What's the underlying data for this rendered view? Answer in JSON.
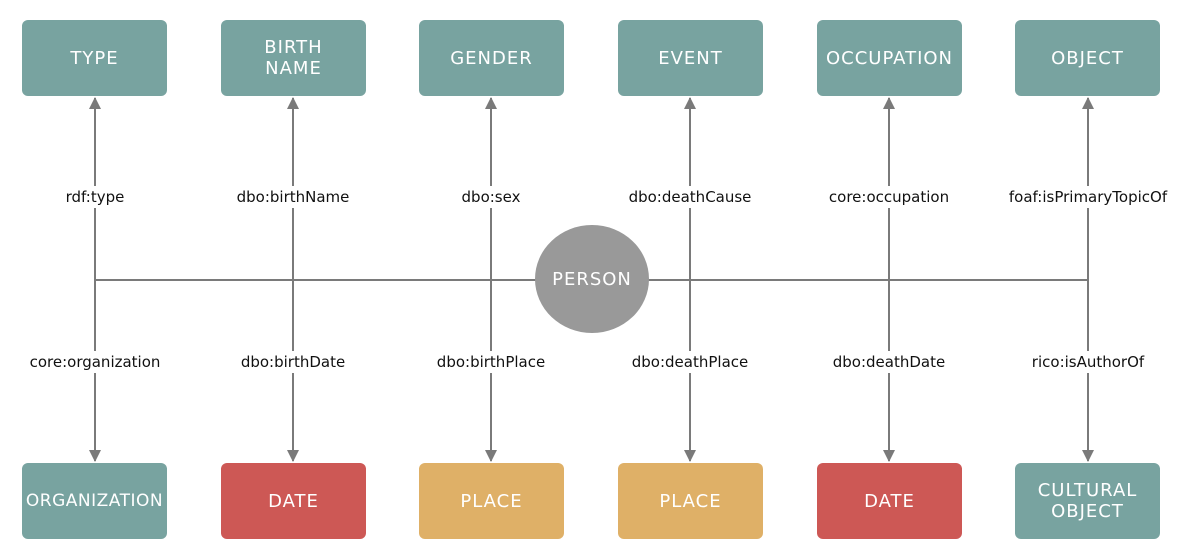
{
  "center": {
    "label": "PERSON"
  },
  "top": [
    {
      "box": "TYPE",
      "edge": "rdf:type"
    },
    {
      "box": "BIRTH\nNAME",
      "edge": "dbo:birthName"
    },
    {
      "box": "GENDER",
      "edge": "dbo:sex"
    },
    {
      "box": "EVENT",
      "edge": "dbo:deathCause"
    },
    {
      "box": "OCCUPATION",
      "edge": "core:occupation"
    },
    {
      "box": "OBJECT",
      "edge": "foaf:isPrimaryTopicOf"
    }
  ],
  "bottom": [
    {
      "box": "ORGANIZATION",
      "edge": "core:organization",
      "color": "#78a3a0"
    },
    {
      "box": "DATE",
      "edge": "dbo:birthDate",
      "color": "#cd5855"
    },
    {
      "box": "PLACE",
      "edge": "dbo:birthPlace",
      "color": "#dfb067"
    },
    {
      "box": "PLACE",
      "edge": "dbo:deathPlace",
      "color": "#dfb067"
    },
    {
      "box": "DATE",
      "edge": "dbo:deathDate",
      "color": "#cd5855"
    },
    {
      "box": "CULTURAL\nOBJECT",
      "edge": "rico:isAuthorOf",
      "color": "#78a3a0"
    }
  ],
  "colors": {
    "teal": "#78a3a0",
    "red": "#cd5855",
    "gold": "#dfb067",
    "center": "#999999",
    "line": "#7a7a7a"
  }
}
